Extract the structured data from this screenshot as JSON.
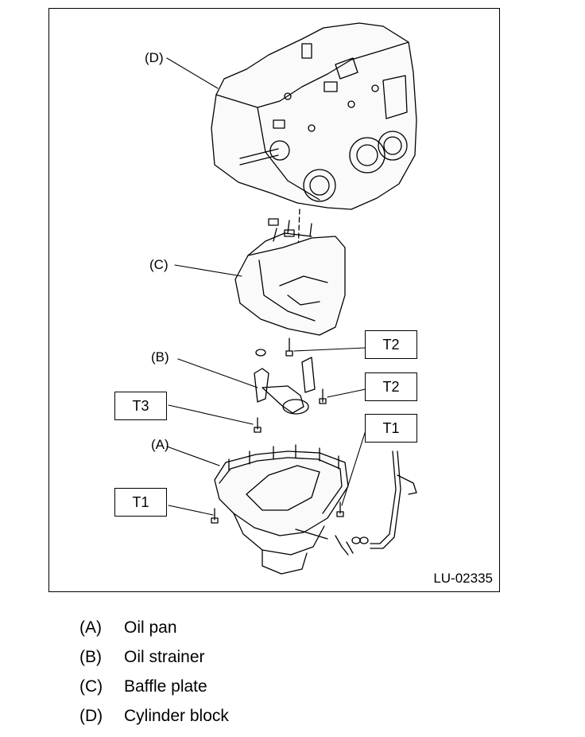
{
  "figure": {
    "code": "LU-02335",
    "callouts": {
      "a": "(A)",
      "b": "(B)",
      "c": "(C)",
      "d": "(D)"
    },
    "torque_boxes": {
      "t2_upper": "T2",
      "t2_lower": "T2",
      "t3": "T3",
      "t1_right": "T1",
      "t1_left": "T1"
    }
  },
  "legend": [
    {
      "key": "(A)",
      "label": "Oil pan"
    },
    {
      "key": "(B)",
      "label": "Oil strainer"
    },
    {
      "key": "(C)",
      "label": "Baffle plate"
    },
    {
      "key": "(D)",
      "label": "Cylinder block"
    }
  ]
}
